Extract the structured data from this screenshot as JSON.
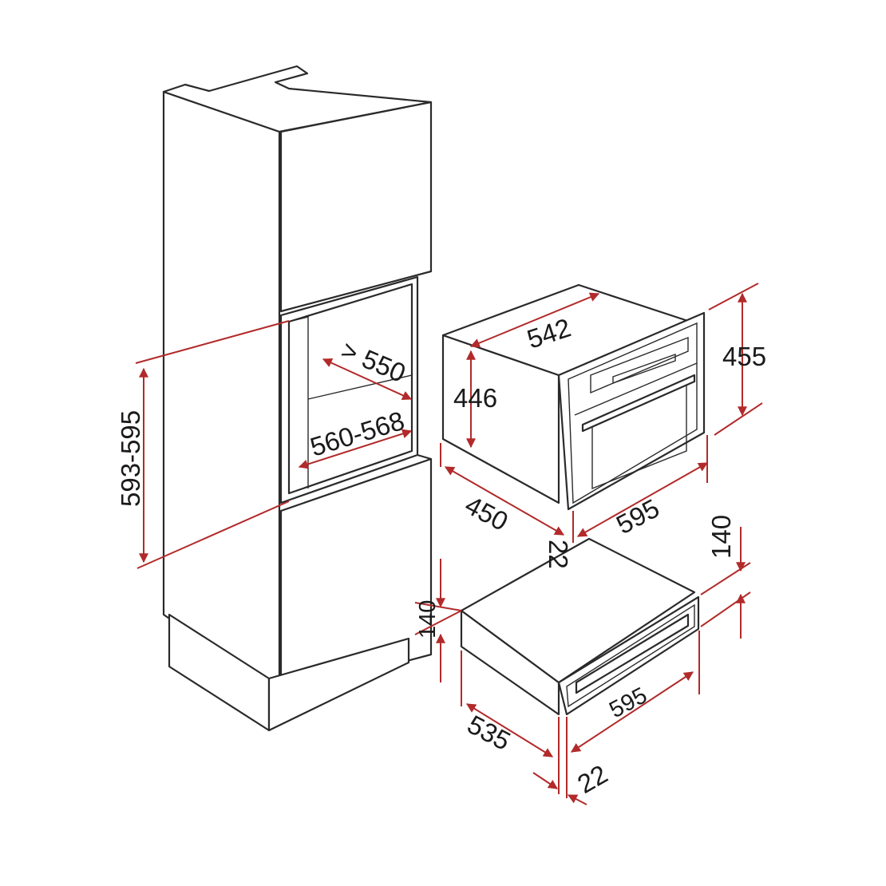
{
  "dim_color": "#b22a2a",
  "line_color": "#2a2a2a",
  "dimensions": {
    "niche_height": "593-595",
    "niche_depth": "> 550",
    "niche_width": "560-568",
    "oven_body_depth": "542",
    "oven_body_height": "446",
    "oven_total_height": "455",
    "oven_depth": "450",
    "oven_width": "595",
    "oven_front_thickness": "22",
    "drawer_height_right": "140",
    "drawer_height_left": "140",
    "drawer_width": "595",
    "drawer_depth": "535",
    "drawer_front_thickness": "22"
  }
}
